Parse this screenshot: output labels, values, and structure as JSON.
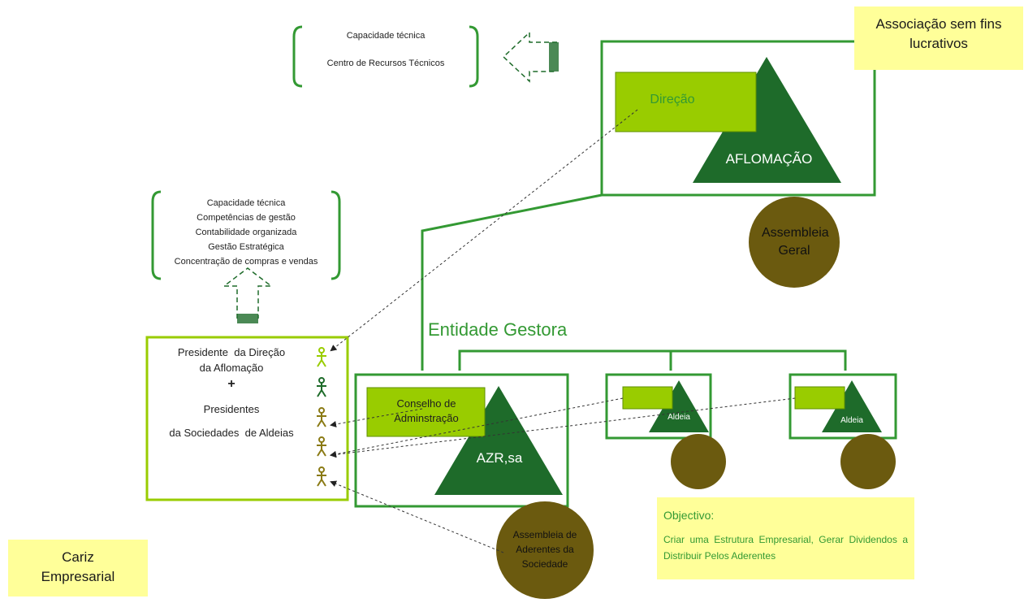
{
  "top_note": {
    "label": "Associação sem fins lucrativos"
  },
  "bottom_note": {
    "label": "Cariz Empresarial"
  },
  "objective_note": {
    "title": "Objectivo:",
    "text": "Criar uma Estrutura Empresarial, Gerar Dividendos a Distribuir Pelos Aderentes"
  },
  "top_bracket": {
    "lines": [
      "Capacidade técnica",
      "Centro de Recursos Técnicos"
    ]
  },
  "mid_bracket": {
    "lines": [
      "Capacidade técnica",
      "Competências de gestão",
      "Contabilidade organizada",
      "Gestão Estratégica",
      "Concentração de compras e vendas"
    ]
  },
  "aflomacao": {
    "direction_label": "Direção",
    "triangle_label": "AFLOMAÇÃO",
    "assembly_label": "Assembleia Geral"
  },
  "entity_label": "Entidade Gestora",
  "azr": {
    "council_label": "Conselho de Adminstração",
    "triangle_label": "AZR,sa",
    "assembly_label": "Assembleia de Aderentes da Sociedade"
  },
  "aldeia_boxes": [
    {
      "label": "Aldeia"
    },
    {
      "label": "Aldeia"
    }
  ],
  "board": {
    "line1": "Presidente  da Direção",
    "line2": "da Aflomação",
    "plus": "+",
    "line3": "Presidentes",
    "line4": "da Sociedades  de Aldeias"
  },
  "colors": {
    "dark_green": "#1e6b2a",
    "light_green": "#99cc00",
    "line_green": "#339933",
    "olive": "#6b5a0f",
    "note_yellow": "#ffff99"
  }
}
